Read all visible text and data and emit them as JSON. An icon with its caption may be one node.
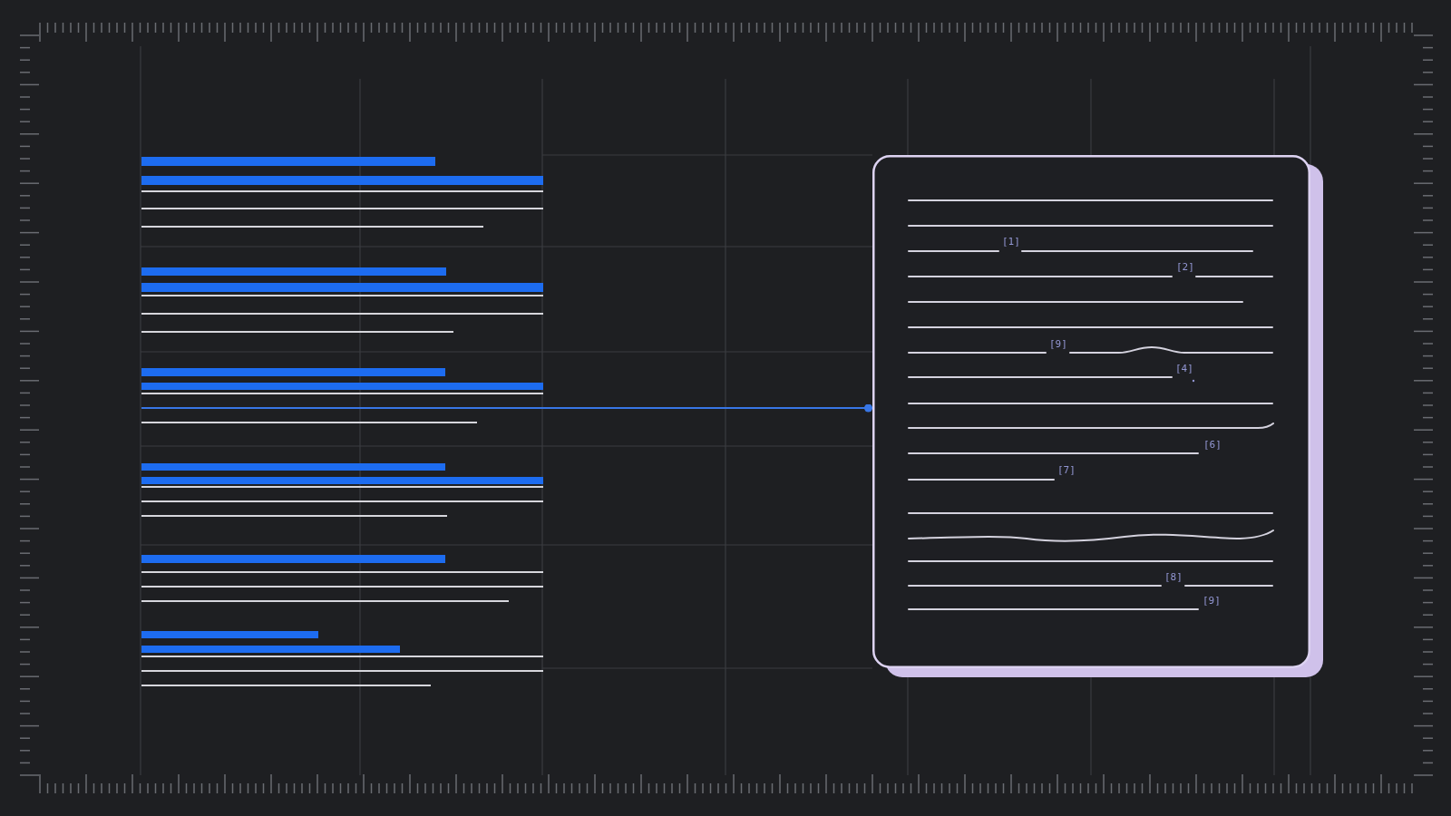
{
  "diagram": {
    "nodes": [
      {
        "text": [],
        "shape": "picture"
      },
      {
        "text": [
          "[1]",
          "[2]",
          "[9]",
          "[4]",
          "[6]",
          "[7]",
          "[8]",
          "[9]"
        ]
      }
    ],
    "edges": [
      {
        "from": 0,
        "to": 1,
        "arrow": "other"
      }
    ]
  }
}
